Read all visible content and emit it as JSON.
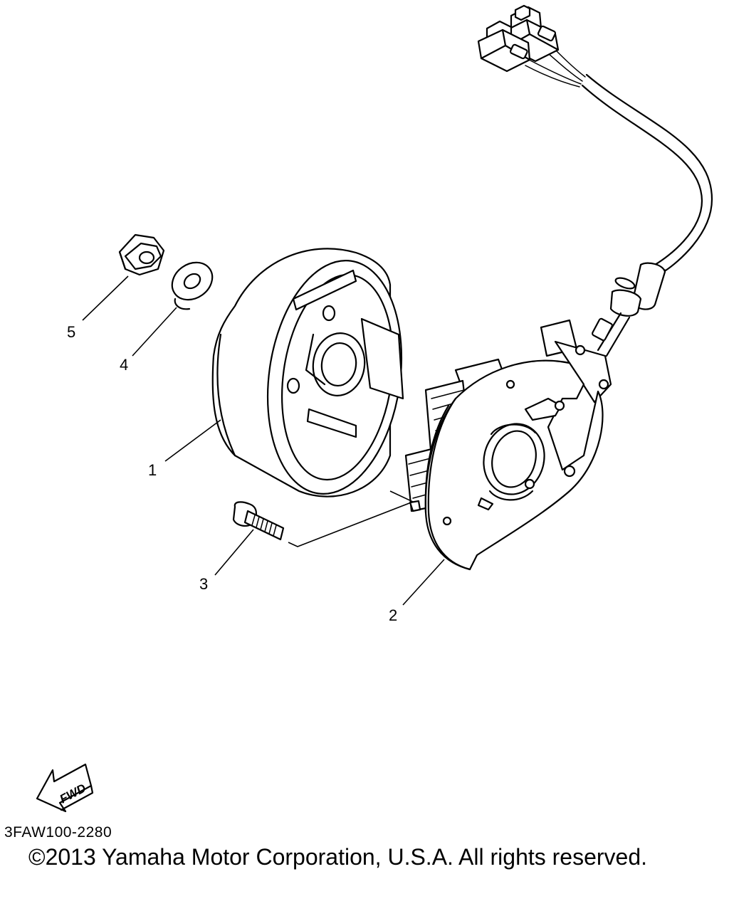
{
  "diagram": {
    "parts": [
      {
        "number": "1"
      },
      {
        "number": "2"
      },
      {
        "number": "3"
      },
      {
        "number": "4"
      },
      {
        "number": "5"
      }
    ],
    "direction_arrow_label": "FWD",
    "drawing_code": "3FAW100-2280",
    "copyright": "©2013 Yamaha Motor Corporation, U.S.A. All rights reserved."
  }
}
